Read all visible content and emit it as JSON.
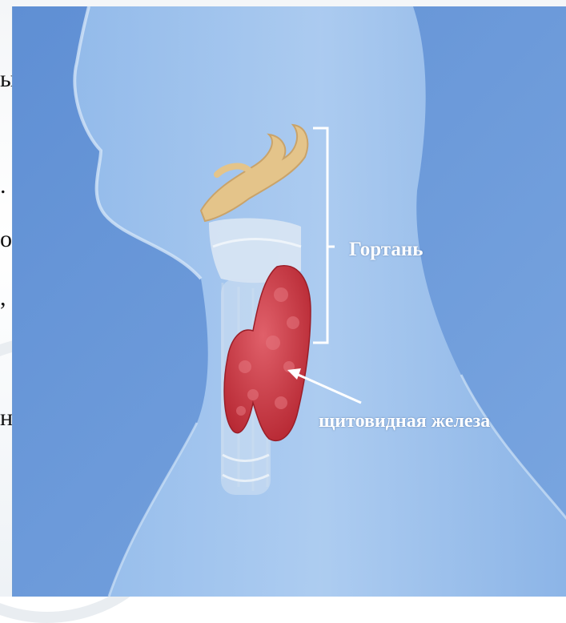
{
  "slide": {
    "cut_text_lines": [
      "ы,",
      ".",
      "ов,",
      ",",
      "но"
    ]
  },
  "illustration": {
    "labels": {
      "larynx": "Гортань",
      "thyroid": "щитовидная железа"
    }
  },
  "colors": {
    "background_blue": "#6f9bd8",
    "thyroid_red": "#c9323e",
    "cartilage": "#e4c48a",
    "label_text": "#ffffff"
  }
}
